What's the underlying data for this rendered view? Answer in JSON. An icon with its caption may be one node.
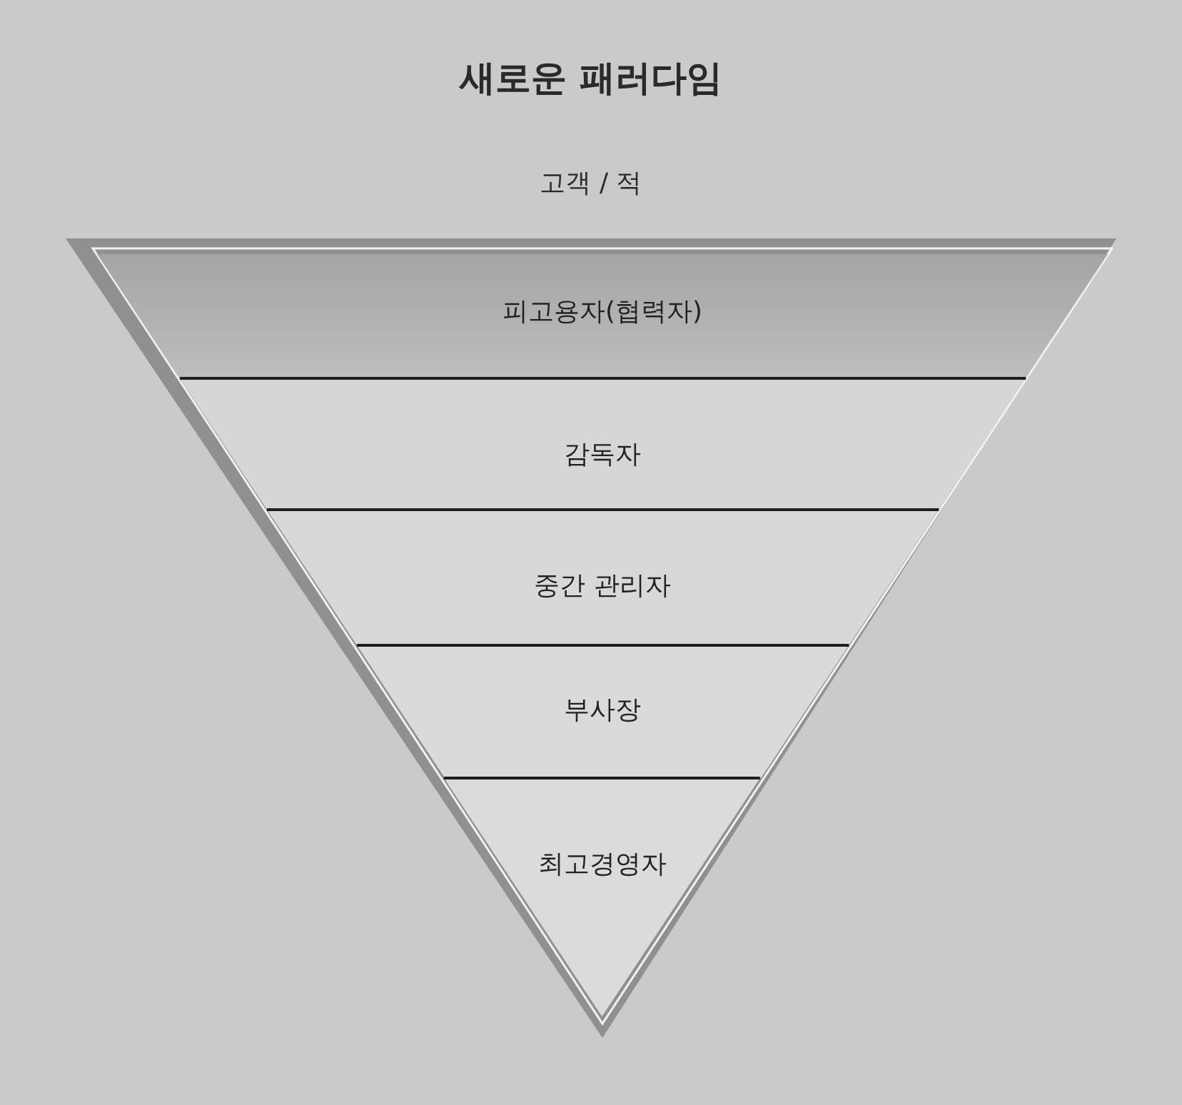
{
  "diagram": {
    "title": "새로운 패러다임",
    "nodes": [
      {
        "text": [
          "피고용자(협력자)"
        ]
      },
      {
        "text": [
          "감독자"
        ]
      },
      {
        "text": [
          "중간 관리자"
        ]
      },
      {
        "text": [
          "부사장"
        ]
      },
      {
        "text": [
          "최고경영자"
        ]
      }
    ],
    "labels": [
      "고객 / 적"
    ]
  }
}
